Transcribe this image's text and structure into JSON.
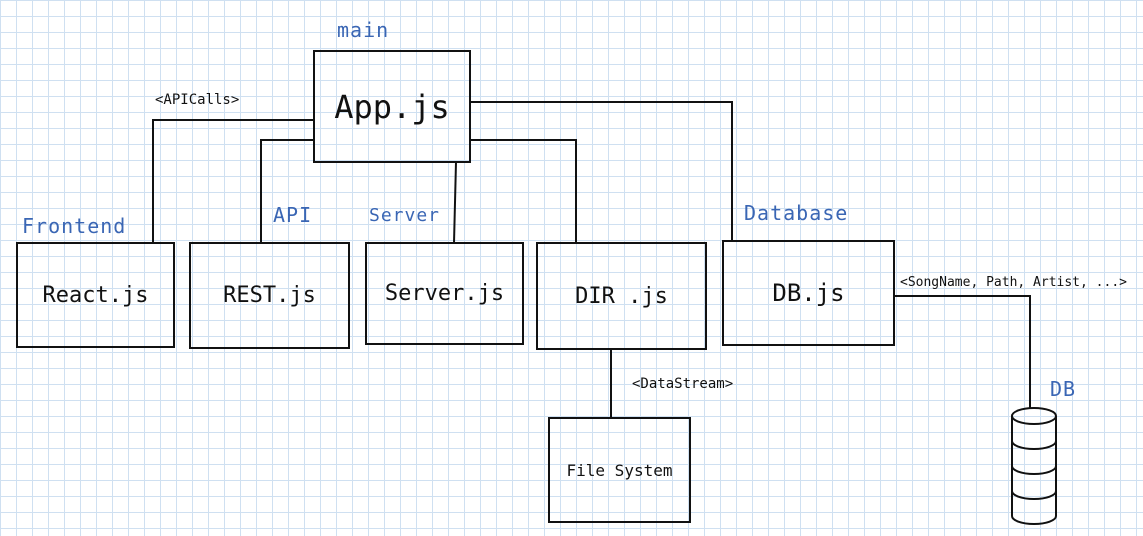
{
  "section_labels": {
    "main": "main",
    "frontend": "Frontend",
    "api": "API",
    "server": "Server",
    "database": "Database",
    "db": "DB"
  },
  "boxes": {
    "app": "App.js",
    "react": "React.js",
    "rest": "REST.js",
    "server": "Server.js",
    "dir": "DIR .js",
    "db": "DB.js",
    "filesystem": "File System"
  },
  "annotations": {
    "api_calls": "<APICalls>",
    "data_stream": "<DataStream>",
    "db_fields": "<SongName, Path, Artist, ...>"
  },
  "colors": {
    "label_blue": "#3a66b4",
    "ink": "#111111",
    "grid": "#cfe0f1"
  },
  "icons": {
    "db": "database-cylinder-icon"
  }
}
